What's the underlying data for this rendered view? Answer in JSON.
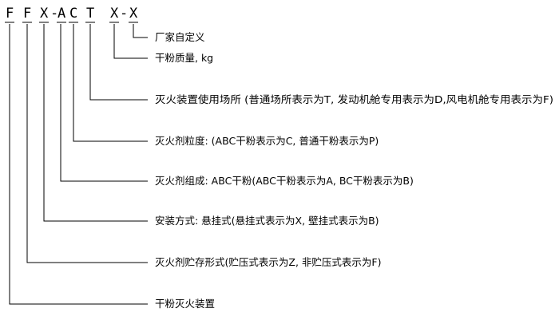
{
  "code": {
    "chars": [
      "F",
      "F",
      "X",
      "-",
      "A",
      "C",
      "T",
      "X",
      "-",
      "X"
    ]
  },
  "labels": [
    "厂家自定义",
    "干粉质量, kg",
    "灭火装置使用场所 (普通场所表示为T, 发动机舱专用表示为D,风电机舱专用表示为F)",
    "灭火剂粒度: (ABC干粉表示为C, 普通干粉表示为P)",
    "灭火剂组成: ABC干粉(ABC干粉表示为A, BC干粉表示为B)",
    "安装方式: 悬挂式(悬挂式表示为X, 壁挂式表示为B)",
    "灭火剂贮存形式(贮压式表示为Z, 非贮压式表示为F)",
    "干粉灭火装置"
  ]
}
